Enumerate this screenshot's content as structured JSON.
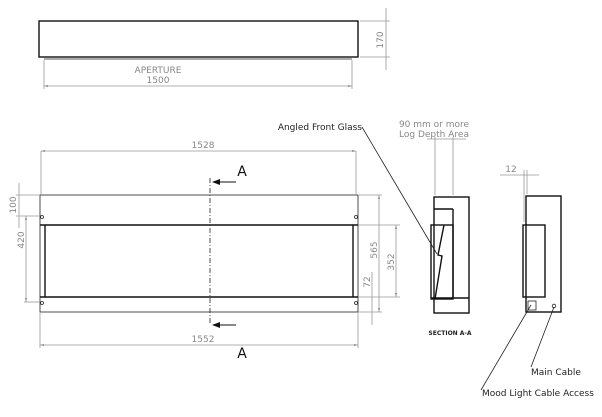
{
  "top_view": {
    "aperture_label": "APERTURE",
    "aperture_width": "1500",
    "height": "170"
  },
  "front_view": {
    "inner_width": "1528",
    "outer_width": "1552",
    "top_offset": "100",
    "fixing_height": "420",
    "overall_height": "565",
    "opening_height": "352",
    "bottom_offset": "72",
    "section_marker_top": "A",
    "section_marker_bottom": "A"
  },
  "section_view": {
    "title": "SECTION A-A",
    "log_depth_line1": "90 mm or more",
    "log_depth_line2": "Log Depth Area",
    "glass_callout": "Angled Front Glass"
  },
  "side_view": {
    "offset": "12",
    "main_cable_callout": "Main Cable",
    "mood_light_callout": "Mood Light Cable Access"
  }
}
